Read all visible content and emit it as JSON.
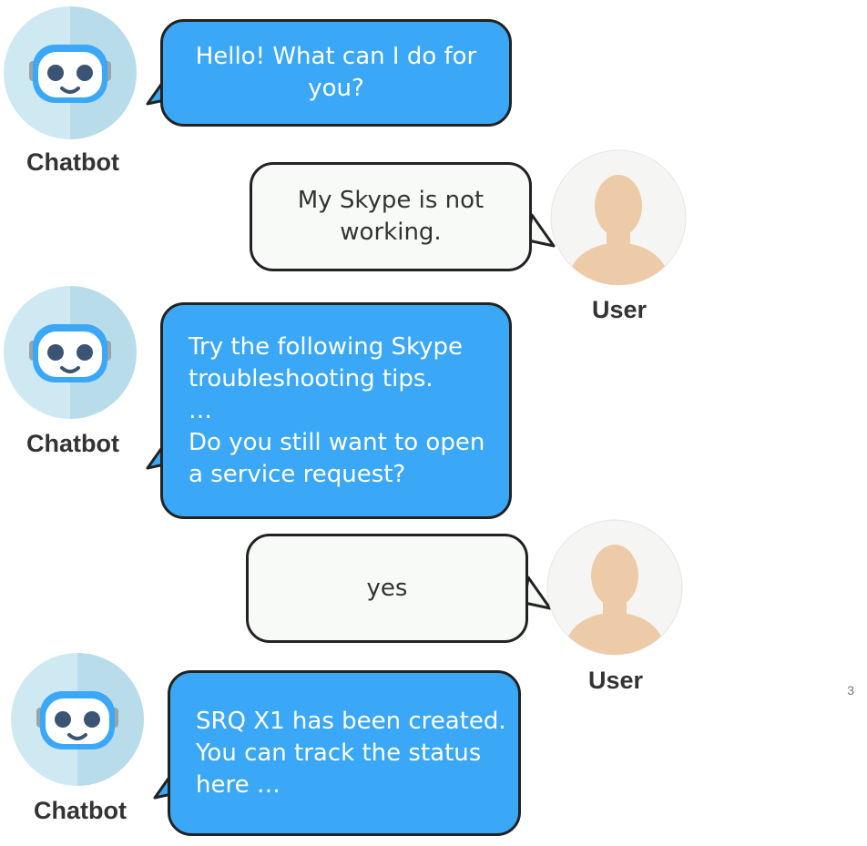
{
  "colors": {
    "bot_bubble": "#3aa8f6",
    "user_bubble": "#f8faf8",
    "bot_avatar_bg": "#cfe9f2",
    "user_avatar_bg": "#f5f5f3",
    "user_silhouette": "#eecba8",
    "outline": "#222222"
  },
  "bot_name": "Chatbot",
  "user_name": "User",
  "messages": [
    {
      "sender": "bot",
      "text": "Hello! What can I do for\nyou?"
    },
    {
      "sender": "user",
      "text": "My Skype is not\nworking."
    },
    {
      "sender": "bot",
      "text": "Try the following Skype\ntroubleshooting tips.\n…\nDo you still want to open\na service request?"
    },
    {
      "sender": "user",
      "text": "yes"
    },
    {
      "sender": "bot",
      "text": "SRQ X1 has been created.\nYou can track the status\nhere …"
    }
  ],
  "corner_mark": "3"
}
